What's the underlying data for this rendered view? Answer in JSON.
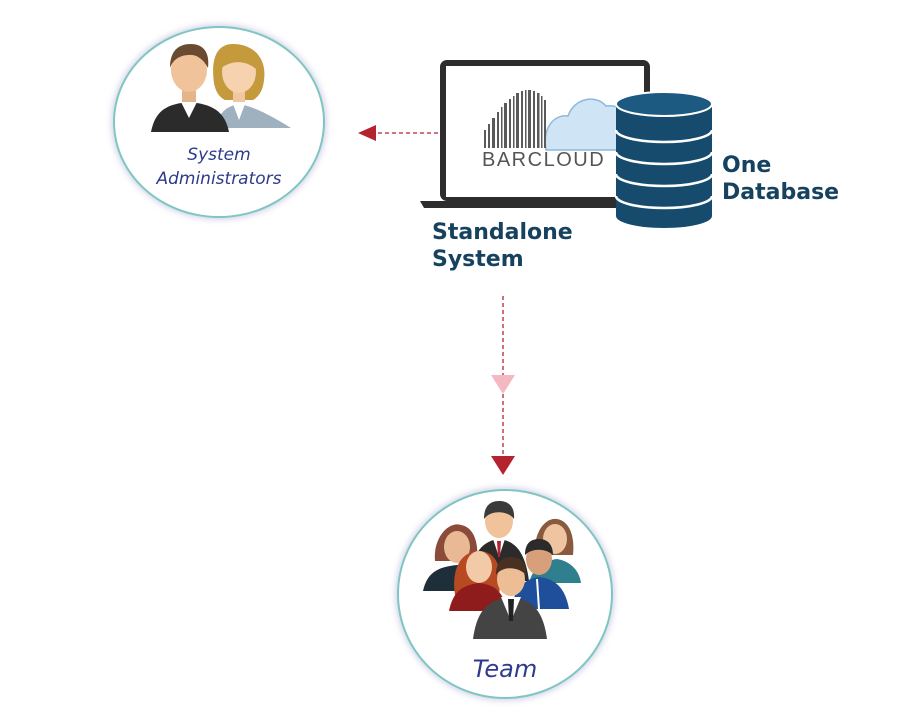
{
  "admins": {
    "label_line1": "System",
    "label_line2": "Administrators",
    "icon": "two-admins-icon"
  },
  "system": {
    "logo_text": "BARCLOUD",
    "label_line1": "Standalone",
    "label_line2": "System",
    "icon": "laptop-icon"
  },
  "database": {
    "label_line1": "One",
    "label_line2": "Database",
    "icon": "database-icon"
  },
  "team": {
    "label": "Team",
    "icon": "team-group-icon"
  },
  "colors": {
    "label_dark": "#17425f",
    "circle_label": "#2e3b8c",
    "arrow": "#b5232e",
    "arrow_light": "#f3b8c2",
    "database": "#164b6d",
    "circle_border": "#7fc6c0"
  }
}
